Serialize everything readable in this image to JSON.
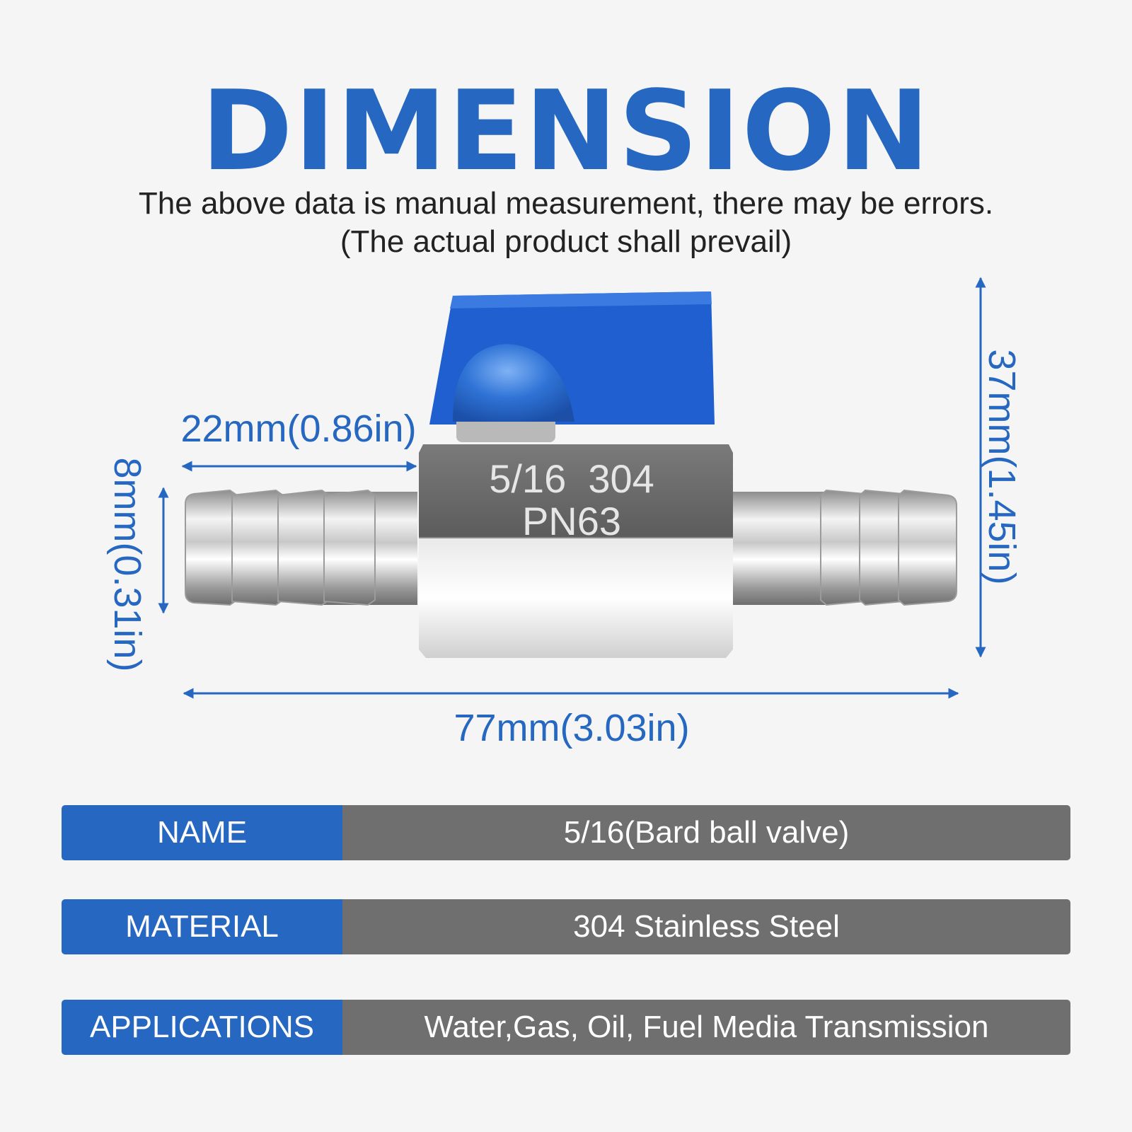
{
  "title": "DIMENSION",
  "subtitle_line1": "The above data is manual measurement, there may be errors.",
  "subtitle_line2": "(The actual product shall prevail)",
  "dimensions": {
    "barb_length": "22mm(0.86in)",
    "barb_diameter": "8mm(0.31in)",
    "height": "37mm(1.45in)",
    "total_length": "77mm(3.03in)"
  },
  "valve_stamp": {
    "line1": "5/16  304",
    "line2": "PN63"
  },
  "specs": [
    {
      "key": "NAME",
      "value": "5/16(Bard ball valve)"
    },
    {
      "key": "MATERIAL",
      "value": "304 Stainless Steel"
    },
    {
      "key": "APPLICATIONS",
      "value": "Water,Gas, Oil, Fuel Media Transmission"
    }
  ],
  "colors": {
    "accent_blue": "#2567c1",
    "spec_value_gray": "#6f6f6f",
    "handle_blue": "#1f5fd0"
  }
}
